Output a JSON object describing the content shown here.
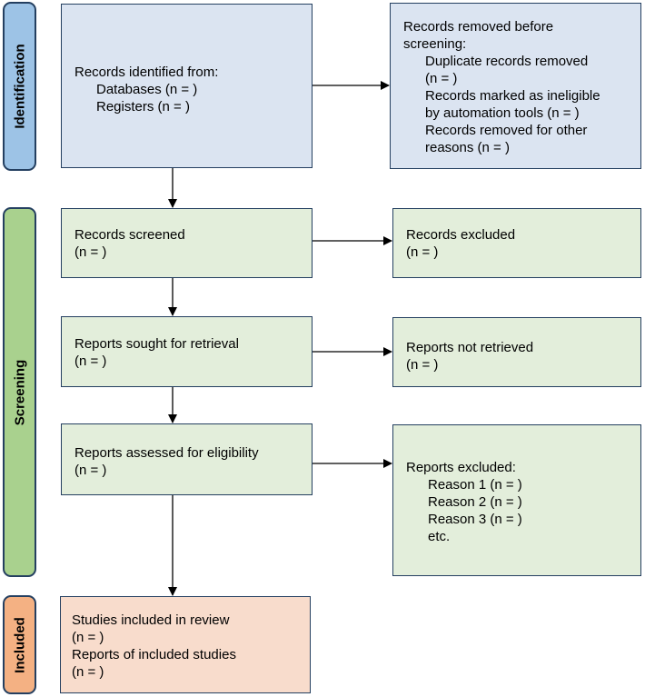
{
  "phases": {
    "identification": "Identification",
    "screening": "Screening",
    "included": "Included"
  },
  "boxes": {
    "records_identified": {
      "title": "Records identified from:",
      "items": [
        "Databases (n = )",
        "Registers (n = )"
      ]
    },
    "records_removed": {
      "title_line1": "Records removed before",
      "title_line2": "screening:",
      "lines": [
        "Duplicate records removed",
        "(n = )",
        "Records marked as ineligible",
        "by automation tools (n = )",
        "Records removed for other",
        "reasons (n = )"
      ]
    },
    "records_screened": {
      "title": "Records screened",
      "count": "(n = )"
    },
    "records_excluded": {
      "title": "Records excluded",
      "count": "(n = )"
    },
    "reports_sought": {
      "title": "Reports sought for retrieval",
      "count": "(n = )"
    },
    "reports_not_retrieved": {
      "title": "Reports not retrieved",
      "count": "(n = )"
    },
    "reports_assessed": {
      "title": "Reports assessed for eligibility",
      "count": "(n = )"
    },
    "reports_excluded": {
      "title": "Reports excluded:",
      "reasons": [
        "Reason 1 (n = )",
        "Reason 2 (n = )",
        "Reason 3 (n = )",
        "etc."
      ]
    },
    "studies_included": {
      "lines": [
        "Studies included in review",
        "(n = )",
        "Reports of included studies",
        "(n = )"
      ]
    }
  },
  "colors": {
    "border": "#243f60",
    "identification_fill": "#dbe4f1",
    "screening_fill": "#e3eedb",
    "included_fill": "#f8dccc",
    "side_identification": "#9dc3e6",
    "side_screening": "#a9d18e",
    "side_included": "#f4b183"
  }
}
